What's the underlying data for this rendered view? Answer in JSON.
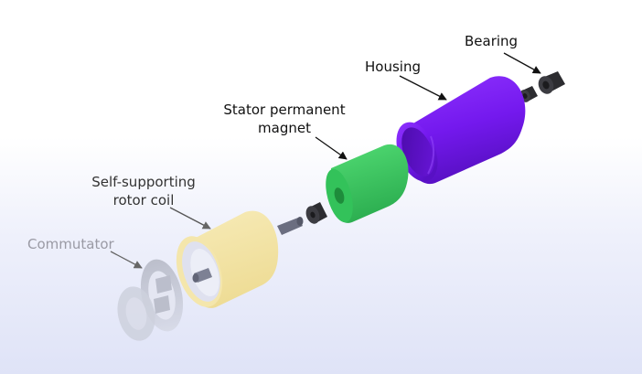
{
  "labels": {
    "bearing": "Bearing",
    "housing": "Housing",
    "stator_line1": "Stator permanent",
    "stator_line2": "magnet",
    "rotor_line1": "Self-supporting",
    "rotor_line2": "rotor coil",
    "commutator": "Commutator"
  },
  "colors": {
    "housing": "#7b1ef5",
    "stator_magnet": "#3dcc62",
    "rotor_coil": "#f4e3a3",
    "bearing": "#3a3a3e",
    "commutator": "#b9bbc6",
    "shaft": "#6b6e80"
  }
}
